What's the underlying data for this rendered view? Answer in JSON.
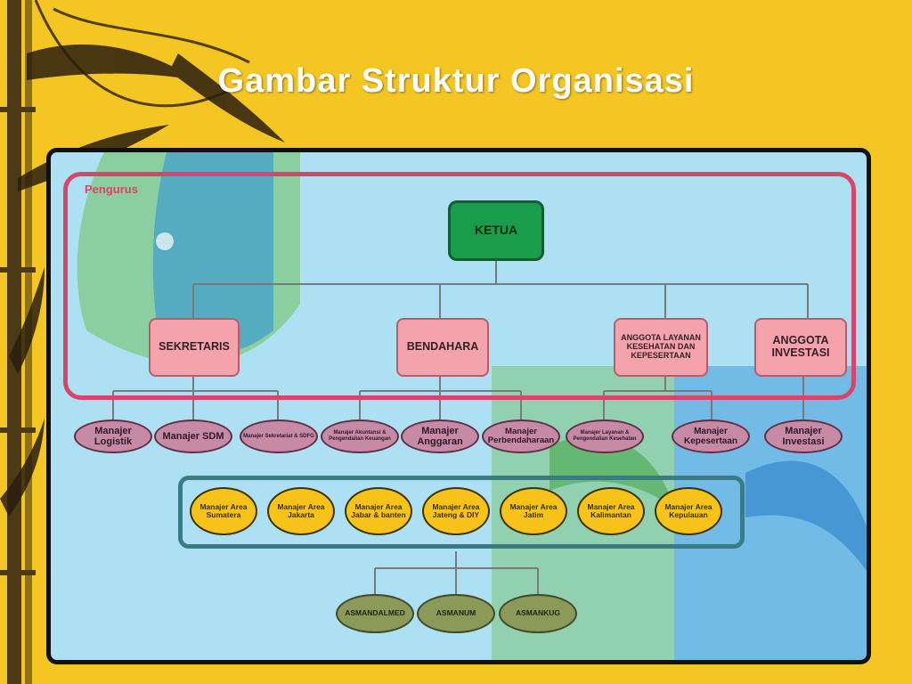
{
  "title": "Gambar Struktur Organisasi",
  "pengurus_label": "Pengurus",
  "ketua": "KETUA",
  "level1": [
    {
      "id": "sekretaris",
      "label": "SEKRETARIS"
    },
    {
      "id": "bendahara",
      "label": "BENDAHARA"
    },
    {
      "id": "anggota-layanan",
      "label": "ANGGOTA LAYANAN KESEHATAN DAN KEPESERTAAN"
    },
    {
      "id": "anggota-investasi",
      "label": "ANGGOTA INVESTASI"
    }
  ],
  "managers": [
    {
      "label": "Manajer Logistik"
    },
    {
      "label": "Manajer SDM"
    },
    {
      "label": "Manajer Sekretariat & SDFG"
    },
    {
      "label": "Manajer Akuntansi & Pengendalian Keuangan"
    },
    {
      "label": "Manajer Anggaran"
    },
    {
      "label": "Manajer Perbendaharaan"
    },
    {
      "label": "Manajer Layanan & Pengendalian Kesehatan"
    },
    {
      "label": "Manajer Kepesertaan"
    },
    {
      "label": "Manajer Investasi"
    }
  ],
  "areas": [
    {
      "label": "Manajer Area Sumatera"
    },
    {
      "label": "Manajer Area Jakarta"
    },
    {
      "label": "Manajer Area Jabar & banten"
    },
    {
      "label": "Manajer Area Jateng & DIY"
    },
    {
      "label": "Manajer Area Jatim"
    },
    {
      "label": "Manajer Area Kalimantan"
    },
    {
      "label": "Manajer Area Kepulauan"
    }
  ],
  "subs": [
    {
      "label": "ASMANDALMED"
    },
    {
      "label": "ASMANUM"
    },
    {
      "label": "ASMANKUG"
    }
  ],
  "colors": {
    "background": "#f3c623",
    "frame": "#aee0f4",
    "ketua": "#1a9d4b",
    "level1": "#f4a3ad",
    "manager": "#c78aa5",
    "area": "#f7c21a",
    "sub": "#8b9a58",
    "pengurus_border": "#d8456a",
    "area_border": "#3b7c82"
  }
}
